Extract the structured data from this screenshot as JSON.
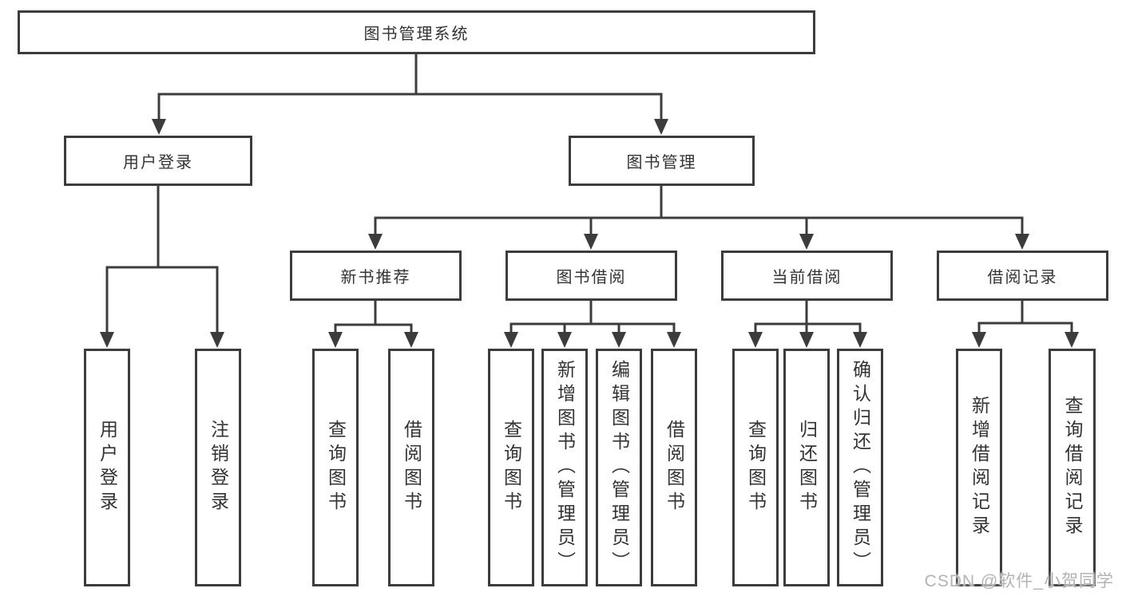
{
  "title": "图书管理系统",
  "branches": {
    "user": {
      "label": "用户登录",
      "children": [
        "用户登录",
        "注销登录"
      ]
    },
    "book": {
      "label": "图书管理",
      "modules": [
        {
          "label": "新书推荐",
          "children": [
            "查询图书",
            "借阅图书"
          ]
        },
        {
          "label": "图书借阅",
          "children": [
            "查询图书",
            "新增图书（管理员）",
            "编辑图书（管理员）",
            "借阅图书"
          ]
        },
        {
          "label": "当前借阅",
          "children": [
            "查询图书",
            "归还图书",
            "确认归还（管理员）"
          ]
        },
        {
          "label": "借阅记录",
          "children": [
            "新增借阅记录",
            "查询借阅记录"
          ]
        }
      ]
    }
  },
  "watermark": "CSDN @软件_小贺同学",
  "colors": {
    "line": "#3c3c3c",
    "text": "#333333",
    "watermark": "#b3b3b3",
    "background": "#ffffff"
  }
}
